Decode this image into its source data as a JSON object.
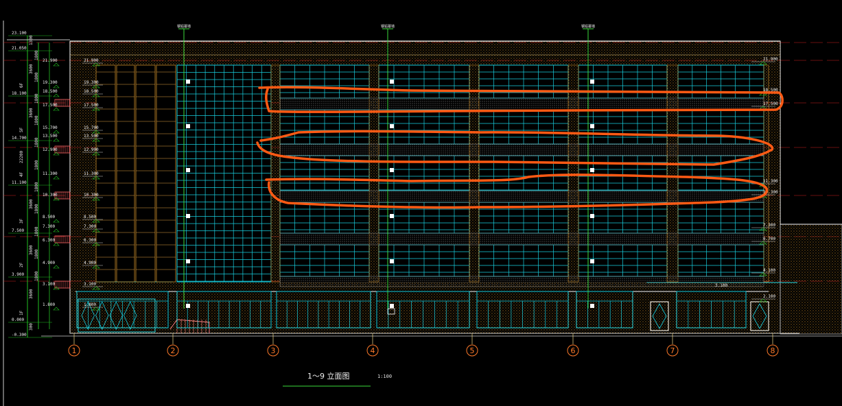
{
  "drawing": {
    "title": "1～9 立面图",
    "scale": "1:100",
    "axis_labels": [
      "1",
      "2",
      "3",
      "4",
      "5",
      "6",
      "7",
      "8"
    ],
    "callouts": [
      "钢铝幕墙",
      "钢铝幕墙",
      "钢铝幕墙"
    ],
    "colors": {
      "background": "#000000",
      "curtain_grid": "#19d0e0",
      "frame": "#ffffff",
      "column_hatch": "#c88a2a",
      "guide_green": "#3ddc3d",
      "dim_green": "#22c022",
      "level_red": "#d02020",
      "markup_orange": "#ff5a14",
      "axis_orange": "#ff7a2a"
    }
  },
  "left_dimensions": {
    "levels": [
      "23.100",
      "21.050",
      "18.100",
      "14.700",
      "11.100",
      "7.500",
      "3.900",
      "0.000",
      "-0.300"
    ],
    "spans": [
      "1300",
      "3600",
      "3600",
      "22200",
      "3600",
      "3600",
      "3600",
      "300"
    ],
    "sub_spans": [
      "1800",
      "1800",
      "1800",
      "1800",
      "1800",
      "1800",
      "1800",
      "1800",
      "1800",
      "1800",
      "1800"
    ],
    "floor_tags": [
      "6F",
      "5F",
      "4F",
      "3F",
      "2F",
      "1F"
    ]
  },
  "inner_left_levels": [
    "21.900",
    "19.300",
    "18.500",
    "17.500",
    "15.700",
    "13.500",
    "12.900",
    "11.300",
    "10.300",
    "8.500",
    "7.300",
    "6.300",
    "4.900",
    "3.100",
    "1.800"
  ],
  "right_levels": [
    "21.900",
    "18.500",
    "17.500",
    "11.300",
    "10.300",
    "7.300",
    "6.700",
    "4.100",
    "2.100"
  ],
  "bottom_level": "3.100"
}
